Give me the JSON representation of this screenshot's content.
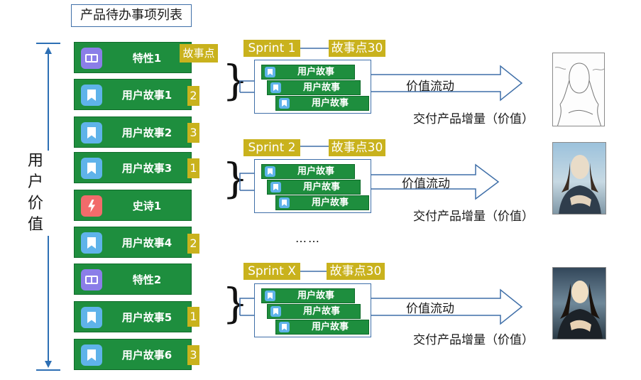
{
  "title": "产品待办事项列表",
  "axis_label": [
    "用",
    "户",
    "价",
    "值"
  ],
  "story_points_tag": "故事点",
  "backlog_items": [
    {
      "type": "feature",
      "icon": "book-icon",
      "label": "特性1",
      "points": ""
    },
    {
      "type": "story",
      "icon": "bookmark-icon",
      "label": "用户故事1",
      "points": "2"
    },
    {
      "type": "story",
      "icon": "bookmark-icon",
      "label": "用户故事2",
      "points": "3"
    },
    {
      "type": "story",
      "icon": "bookmark-icon",
      "label": "用户故事3",
      "points": "1"
    },
    {
      "type": "epic",
      "icon": "lightning-icon",
      "label": "史诗1",
      "points": ""
    },
    {
      "type": "story",
      "icon": "bookmark-icon",
      "label": "用户故事4",
      "points": "2"
    },
    {
      "type": "feature",
      "icon": "book-icon",
      "label": "特性2",
      "points": ""
    },
    {
      "type": "story",
      "icon": "bookmark-icon",
      "label": "用户故事5",
      "points": "1"
    },
    {
      "type": "story",
      "icon": "bookmark-icon",
      "label": "用户故事6",
      "points": "3"
    }
  ],
  "sprints": [
    {
      "name": "Sprint 1",
      "points": "故事点30",
      "stories": [
        "用户故事",
        "用户故事",
        "用户故事"
      ],
      "flow_label": "价值流动",
      "deliver_label": "交付产品增量（价值）"
    },
    {
      "name": "Sprint 2",
      "points": "故事点30",
      "stories": [
        "用户故事",
        "用户故事",
        "用户故事"
      ],
      "flow_label": "价值流动",
      "deliver_label": "交付产品增量（价值）"
    },
    {
      "name": "Sprint X",
      "points": "故事点30",
      "stories": [
        "用户故事",
        "用户故事",
        "用户故事"
      ],
      "flow_label": "价值流动",
      "deliver_label": "交付产品增量（价值）"
    }
  ],
  "ellipsis": "……",
  "colors": {
    "card_green": "#1e8e3e",
    "tag_gold": "#c9b21d",
    "line_blue": "#2d6fb4",
    "feature_purple": "#8b7ee8",
    "story_blue": "#5fb3ea",
    "epic_red": "#f26b6b"
  }
}
